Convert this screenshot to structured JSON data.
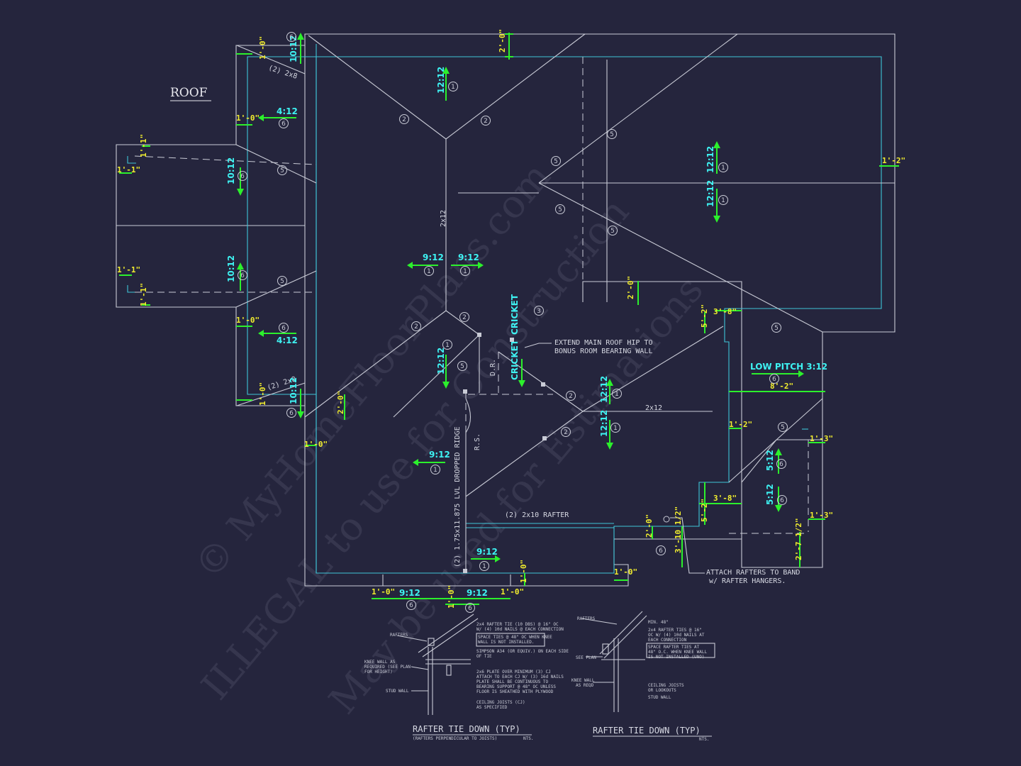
{
  "title": "ROOF",
  "colors": {
    "background": "#25253d",
    "outline": "#c9cbd6",
    "wall_line": "#3ec5d8",
    "dimension": "#2cf02c",
    "dimension_text": "#f2ee2e",
    "pitch_text": "#3ef2f2"
  },
  "pitches": {
    "p12_12": "12:12",
    "p10_12": "10:12",
    "p9_12": "9:12",
    "p4_12": "4:12",
    "p5_12": "5:12",
    "low_pitch": "LOW PITCH 3:12"
  },
  "dims": {
    "d2_0": "2'-0\"",
    "d1_0": "1'-0\"",
    "d1_1": "1'-1\"",
    "d1_2": "1'-2\"",
    "d1_3": "1'-3\"",
    "d3_8": "3'-8\"",
    "d5_2": "5'-2\"",
    "d8_2": "8'-2\"",
    "d2_7": "2'-7 1/2\"",
    "d3_10": "3'-10 1/2\""
  },
  "labels": {
    "cricket": "CRICKET",
    "rafter_2x10": "(2) 2x10 RAFTER",
    "rafter_2x8": "(2) 2x8",
    "member_2x12": "2x12",
    "dropped_ridge": "(2) 1.75x11.875 LVL DROPPED RIDGE",
    "rs": "R.S.",
    "dr": "D.R.",
    "note_extend_1": "EXTEND MAIN ROOF HIP TO",
    "note_extend_2": "BONUS ROOM BEARING WALL",
    "note_attach_1": "ATTACH RAFTERS TO BAND",
    "note_attach_2": "w/ RAFTER HANGERS."
  },
  "circle_numbers": [
    "1",
    "2",
    "3",
    "5",
    "6"
  ],
  "details": {
    "left": {
      "title": "RAFTER TIE DOWN (TYP)",
      "subtitle": "(RAFTERS PERPENDICULAR TO JOISTS)",
      "nts": "NTS.",
      "rafters": "RAFTERS",
      "knee_wall_1": "KNEE WALL AS",
      "knee_wall_2": "REQUIRED (SEE PLAN",
      "knee_wall_3": "FOR HEIGHT)",
      "stud_wall": "STUD WALL",
      "n1": "2x4 RAFTER TIE (10 DBS) @ 16\" OC",
      "n2": "W/ (4) 10d NAILS @ EACH CONNECTION",
      "n3": "SPACE TIES @ 48\" OC WHEN KNEE",
      "n4": "WALL IS NOT INSTALLED.",
      "n5": "SIMPSON A34 (OR EQUIV.) ON EACH SIDE",
      "n6": "OF TIE",
      "n7": "2x6 PLATE OVER MINIMUM (3) CJ",
      "n8": "ATTACH TO EACH CJ W/ (3) 16d NAILS",
      "n9": "PLATE SHALL BE CONTINUOUS TO",
      "n10": "BEARING SUPPORT @ 48\" OC UNLESS",
      "n11": "FLOOR IS SHEATHED WITH PLYWOOD",
      "n12": "CEILING JOISTS (CJ)",
      "n13": "AS SPECIFIED"
    },
    "right": {
      "title": "RAFTER TIE DOWN (TYP)",
      "nts": "NTS.",
      "rafters": "RAFTERS",
      "see_plan": "SEE PLAN",
      "knee_wall_1": "KNEE WALL",
      "knee_wall_2": "AS REQD",
      "n1": "MIN. 48\"",
      "n2": "2x4 RAFTER TIES @ 16\"",
      "n3": "OC W/ (4) 10d NAILS AT",
      "n4": "EACH CONNECTION",
      "n5": "SPACE RAFTER TIES AT",
      "n6": "48\" O.C. WHEN KNEE WALL",
      "n7": "IS NOT INSTALLED (UNO)",
      "n8": "CEILING JOISTS",
      "n9": "OR LOOKOUTS",
      "n10": "STUD WALL"
    }
  },
  "watermark": {
    "line1": "© MyHomeFloorPlans.com",
    "line2": "ILLEGAL to use for Construction",
    "line3": "May be used for Estimations"
  }
}
